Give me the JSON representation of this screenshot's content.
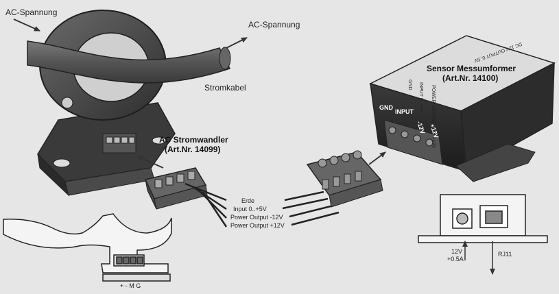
{
  "labels": {
    "ac_in": "AC-Spannung",
    "ac_out": "AC-Spannung",
    "cable": "Stromkabel",
    "transformer_name": "AC Stromwandler",
    "transformer_art": "(Art.Nr. 14099)",
    "sensor_name": "Sensor Messumformer",
    "sensor_art": "(Art.Nr. 14100)",
    "bottom_pins": "+ - M G"
  },
  "wires": [
    "Erde",
    "Input 0..+5V",
    "Power Output  -12V",
    "Power Output  +12V"
  ],
  "sensor_terminals": [
    "GND",
    "INPUT",
    "-12V",
    "+12V"
  ],
  "sensor_top_labels": [
    "GND",
    "INPUT 0..+5V",
    "POWER OUTPUT -12V +12V",
    "DC 12V OUTPUT 0..5V"
  ],
  "side_view": {
    "power_label": "12V",
    "power_current": "+0.5A",
    "rj11_label": "RJ11"
  },
  "colors": {
    "background": "#e6e6e6",
    "device_dark": "#2a2a2a",
    "device_mid": "#4a4a4a",
    "outline": "#222222"
  }
}
